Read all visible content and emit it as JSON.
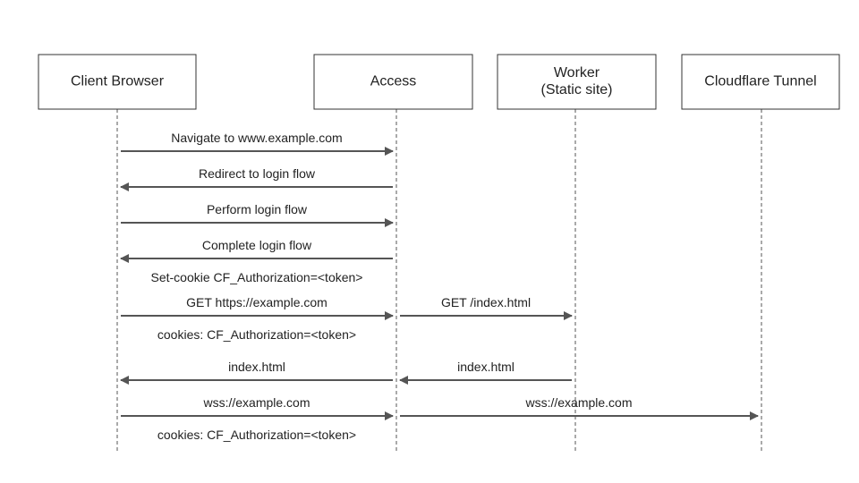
{
  "actors": [
    {
      "id": "client",
      "label_lines": [
        "Client Browser"
      ]
    },
    {
      "id": "access",
      "label_lines": [
        "Access"
      ]
    },
    {
      "id": "worker",
      "label_lines": [
        "Worker",
        "(Static site)"
      ]
    },
    {
      "id": "tunnel",
      "label_lines": [
        "Cloudflare Tunnel"
      ]
    }
  ],
  "messages": [
    {
      "from": "client",
      "to": "access",
      "label": "Navigate to www.example.com"
    },
    {
      "from": "access",
      "to": "client",
      "label": "Redirect to login flow"
    },
    {
      "from": "client",
      "to": "access",
      "label": "Perform login flow"
    },
    {
      "from": "access",
      "to": "client",
      "label": "Complete login flow"
    },
    {
      "from": "client",
      "to": "access",
      "label": "GET https://example.com"
    },
    {
      "from": "access",
      "to": "worker",
      "label": "GET /index.html"
    },
    {
      "from": "access",
      "to": "client",
      "label": "index.html"
    },
    {
      "from": "worker",
      "to": "access",
      "label": "index.html"
    },
    {
      "from": "client",
      "to": "access",
      "label": "wss://example.com"
    },
    {
      "from": "access",
      "to": "tunnel",
      "label": "wss://example.com"
    }
  ],
  "notes": [
    {
      "label": "Set-cookie CF_Authorization=<token>"
    },
    {
      "label": "cookies: CF_Authorization=<token>"
    },
    {
      "label": "cookies: CF_Authorization=<token>"
    }
  ],
  "colors": {
    "line": "#555555",
    "box_border": "#333333",
    "text": "#222222"
  }
}
